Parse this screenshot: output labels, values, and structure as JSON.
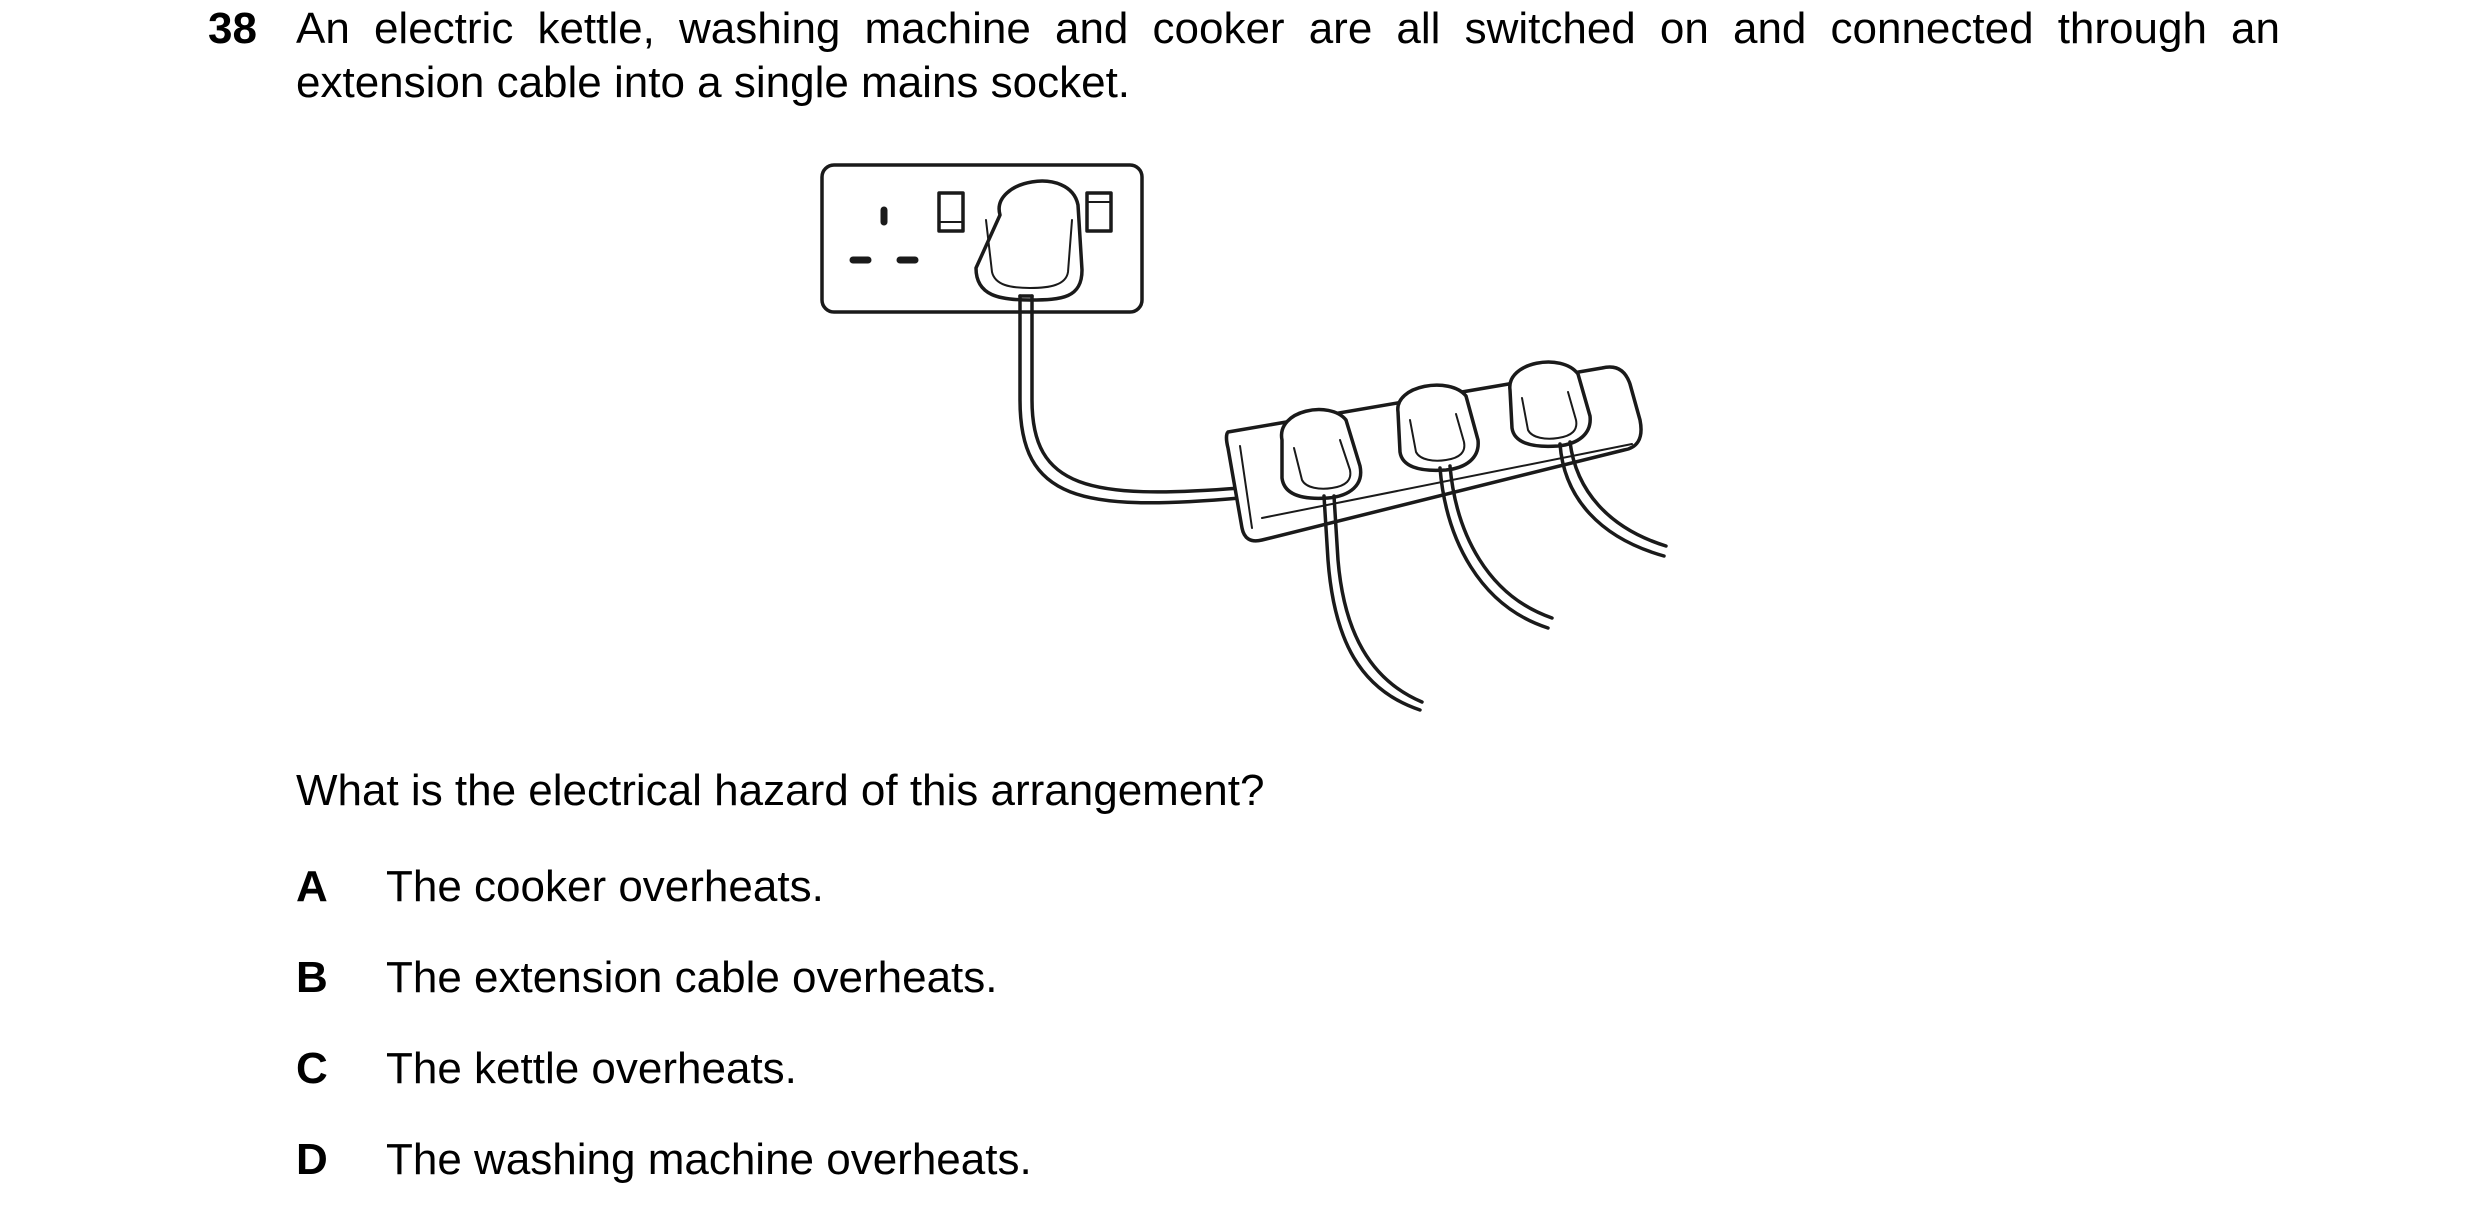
{
  "question": {
    "number": "38",
    "stem_line1": "An electric kettle, washing machine and cooker are all switched on and connected through an",
    "stem_line2": "extension cable into a single mains socket.",
    "prompt": "What is the electrical hazard of this arrangement?"
  },
  "options": [
    {
      "letter": "A",
      "text": "The cooker overheats."
    },
    {
      "letter": "B",
      "text": "The extension cable overheats."
    },
    {
      "letter": "C",
      "text": "The kettle overheats."
    },
    {
      "letter": "D",
      "text": "The washing machine overheats."
    }
  ],
  "figure": {
    "icon": "mains-socket-with-extension-cable-icon"
  }
}
